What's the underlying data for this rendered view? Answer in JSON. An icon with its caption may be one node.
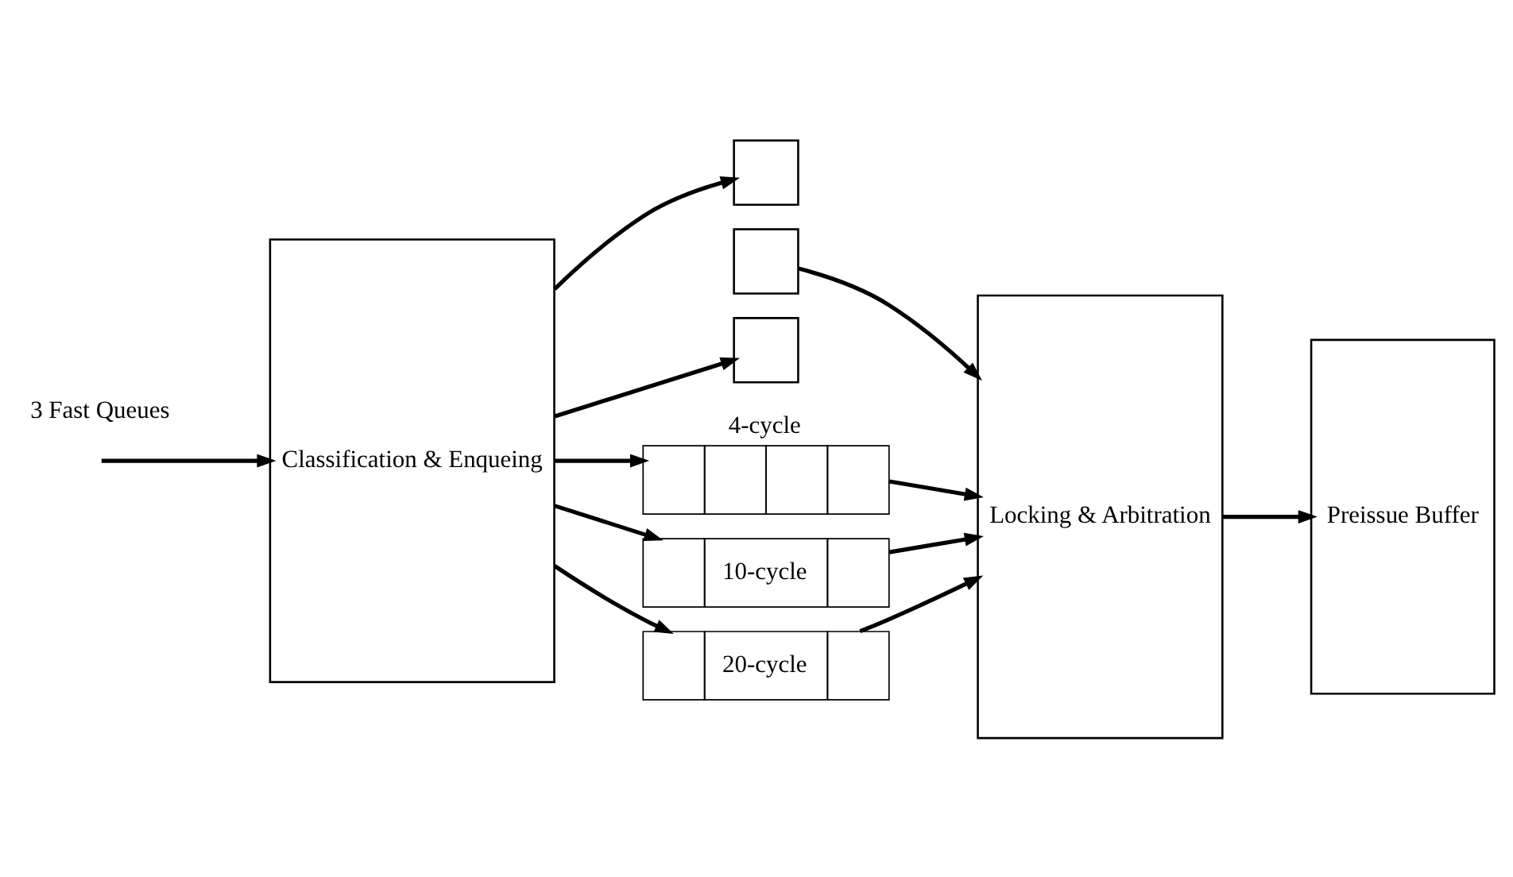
{
  "diagram": {
    "nodes": [
      {
        "text": [
          "Classification & Enqueing"
        ]
      },
      {
        "text": [],
        "shape": "box"
      },
      {
        "text": [],
        "shape": "box"
      },
      {
        "text": [],
        "shape": "box"
      },
      {
        "text": [
          "4-cycle"
        ]
      },
      {
        "text": [
          "10-cycle"
        ]
      },
      {
        "text": [
          "20-cycle"
        ]
      },
      {
        "text": [
          "Locking & Arbitration"
        ]
      },
      {
        "text": [
          "Preissue Buffer"
        ]
      }
    ],
    "edges": [
      {
        "from": null,
        "to": 0,
        "arrow": "to"
      },
      {
        "from": 0,
        "to": 1,
        "arrow": "to"
      },
      {
        "from": 0,
        "to": 3,
        "arrow": "to"
      },
      {
        "from": 0,
        "to": 4,
        "arrow": "to"
      },
      {
        "from": 0,
        "to": 5,
        "arrow": "to"
      },
      {
        "from": 0,
        "to": 6,
        "arrow": "to"
      },
      {
        "from": 2,
        "to": 7,
        "arrow": "to"
      },
      {
        "from": 4,
        "to": 7,
        "arrow": "to"
      },
      {
        "from": 5,
        "to": 7,
        "arrow": "to"
      },
      {
        "from": 6,
        "to": 7,
        "arrow": "to"
      },
      {
        "from": 7,
        "to": 8,
        "arrow": "to"
      }
    ],
    "labels": [
      "3 Fast Queues"
    ]
  }
}
